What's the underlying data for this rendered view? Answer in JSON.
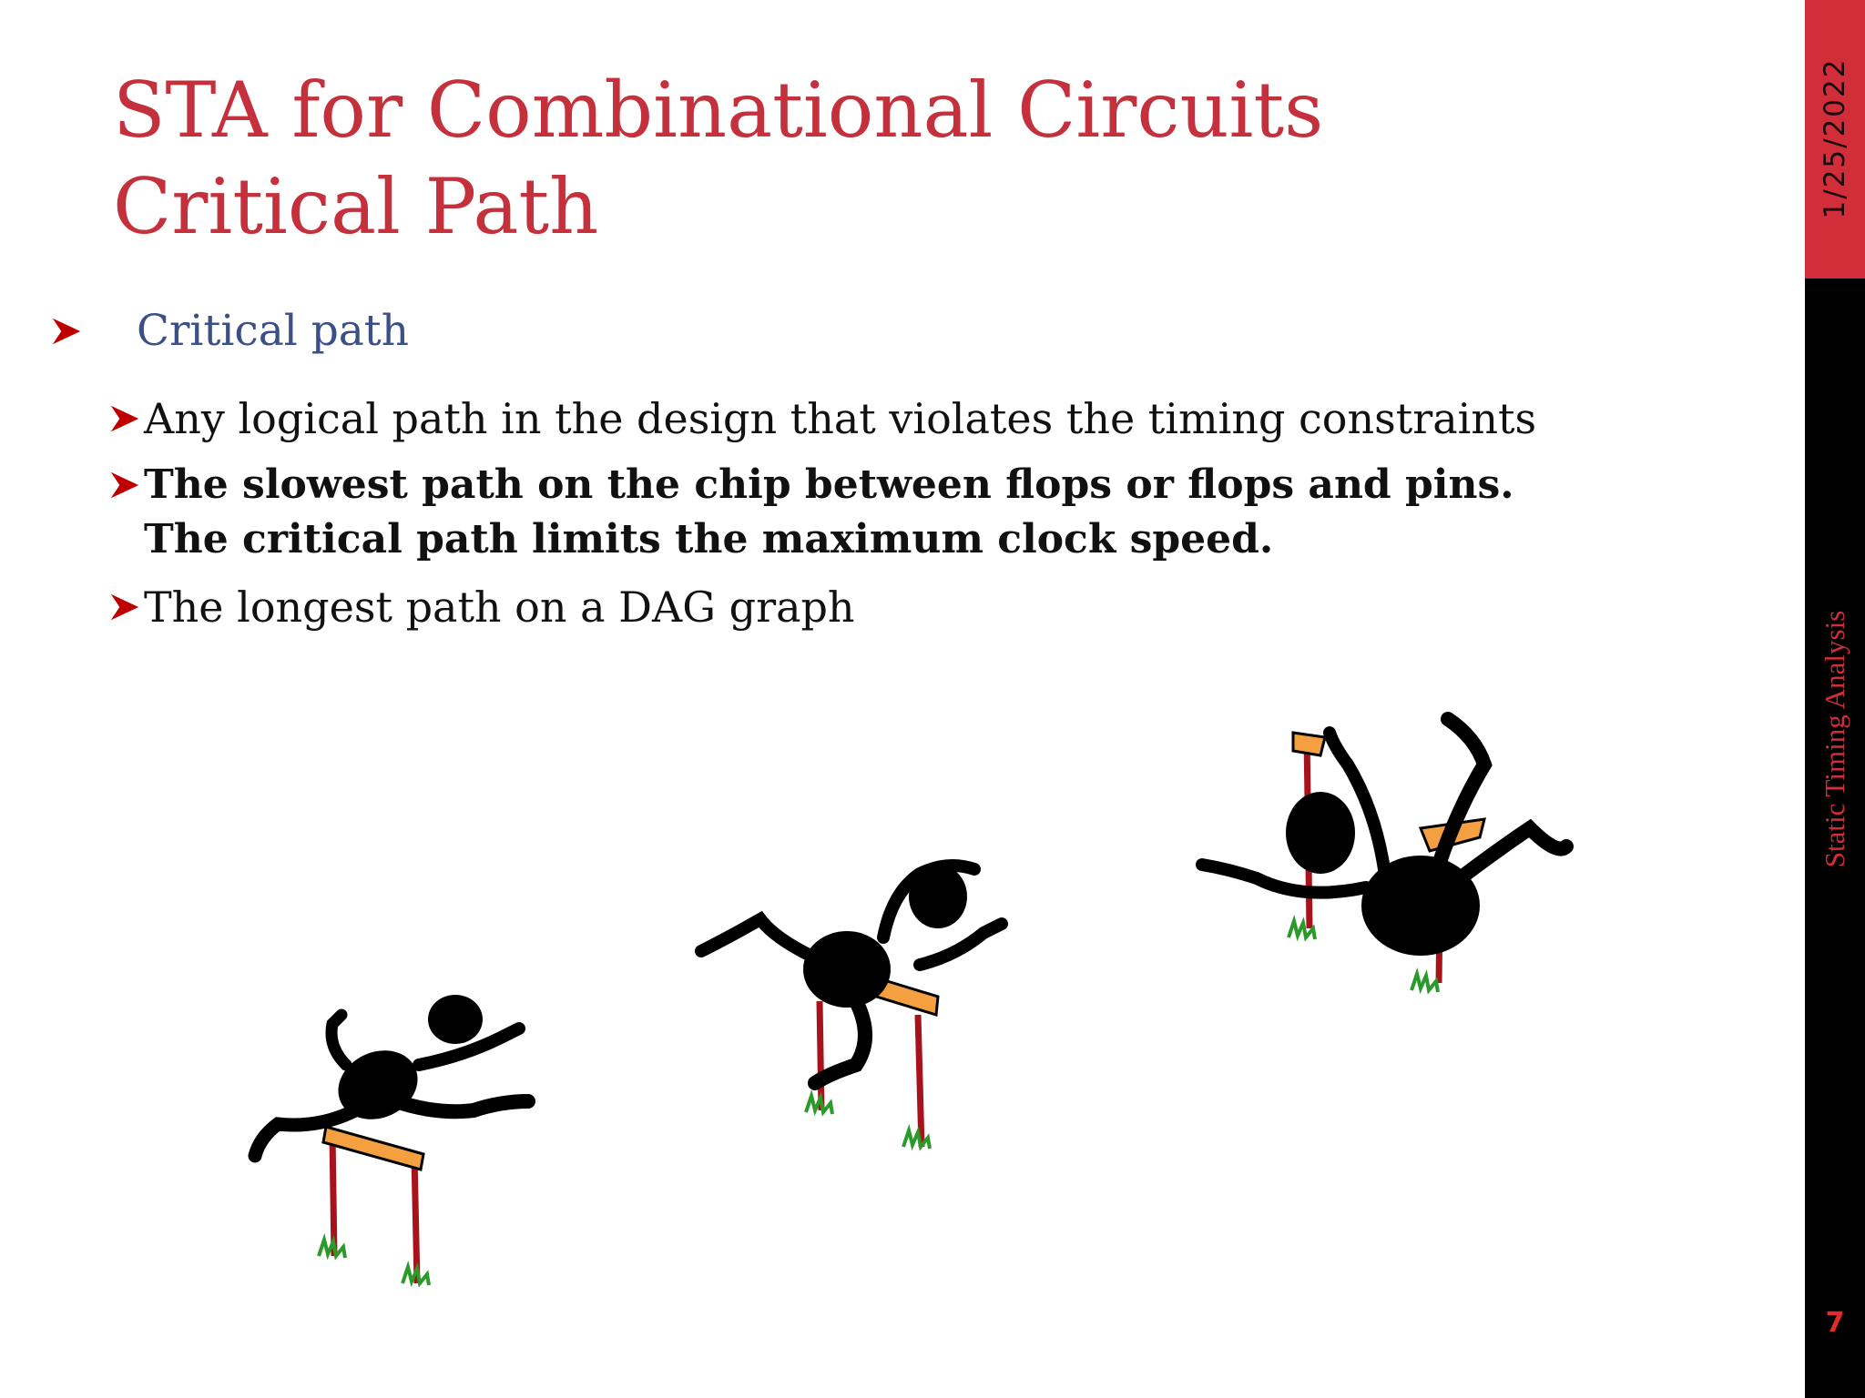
{
  "slide": {
    "title_lines": [
      "STA for Combinational Circuits",
      "Critical Path"
    ],
    "bullet_level1": "Critical path",
    "bullets_level2": [
      "Any logical path in the design that violates the timing constraints",
      "The slowest path on the chip between flops or flops and pins.",
      "The critical path limits the maximum clock speed.",
      "The longest path on a DAG graph"
    ]
  },
  "sidebar": {
    "date": "1/25/2022",
    "course": "Static Timing Analysis",
    "page_number": "7"
  },
  "colors": {
    "title": "#c4303b",
    "accent_red": "#d22e3a",
    "level1_text": "#3c4f86",
    "body_text": "#111111",
    "bullet_arrow": "#c00000",
    "hurdle_bar": "#f5a040",
    "hurdle_post": "#a8121b",
    "grass": "#2a9a2a"
  },
  "icons": {
    "bullet": "arrowhead-bullet-icon",
    "illustration": "hurdle-runners-illustration"
  }
}
